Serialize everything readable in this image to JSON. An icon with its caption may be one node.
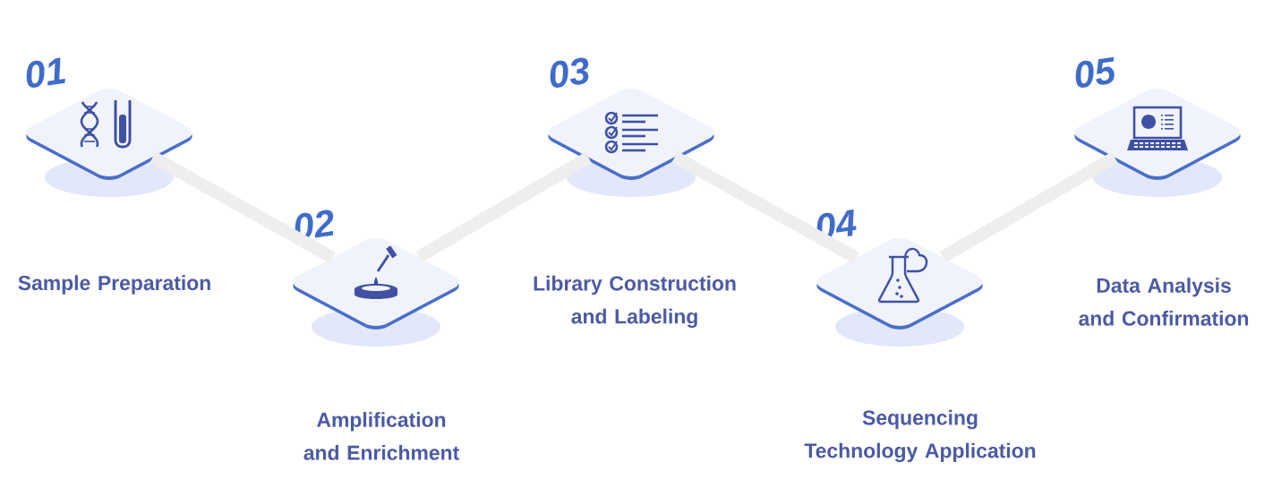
{
  "diagram": {
    "nodes": [
      {
        "text": [],
        "shape": "diamond",
        "beside": [
          "01"
        ]
      },
      {
        "text": [],
        "shape": "diamond",
        "beside": [
          "02"
        ]
      },
      {
        "text": [],
        "shape": "diamond",
        "beside": [
          "03"
        ]
      },
      {
        "text": [],
        "shape": "diamond",
        "beside": [
          "04"
        ]
      },
      {
        "text": [],
        "shape": "diamond",
        "beside": [
          "05"
        ]
      }
    ],
    "edges": [
      {
        "from": 0,
        "to": 1,
        "arrow": "none"
      },
      {
        "from": 1,
        "to": 2,
        "arrow": "none"
      },
      {
        "from": 2,
        "to": 3,
        "arrow": "none"
      },
      {
        "from": 3,
        "to": 4,
        "arrow": "none"
      }
    ],
    "labels": [
      "Sample Preparation",
      "Library Construction and Labeling",
      "Data Analysis and Confirmation",
      "Amplification and Enrichment",
      "Sequencing Technology Application"
    ]
  }
}
